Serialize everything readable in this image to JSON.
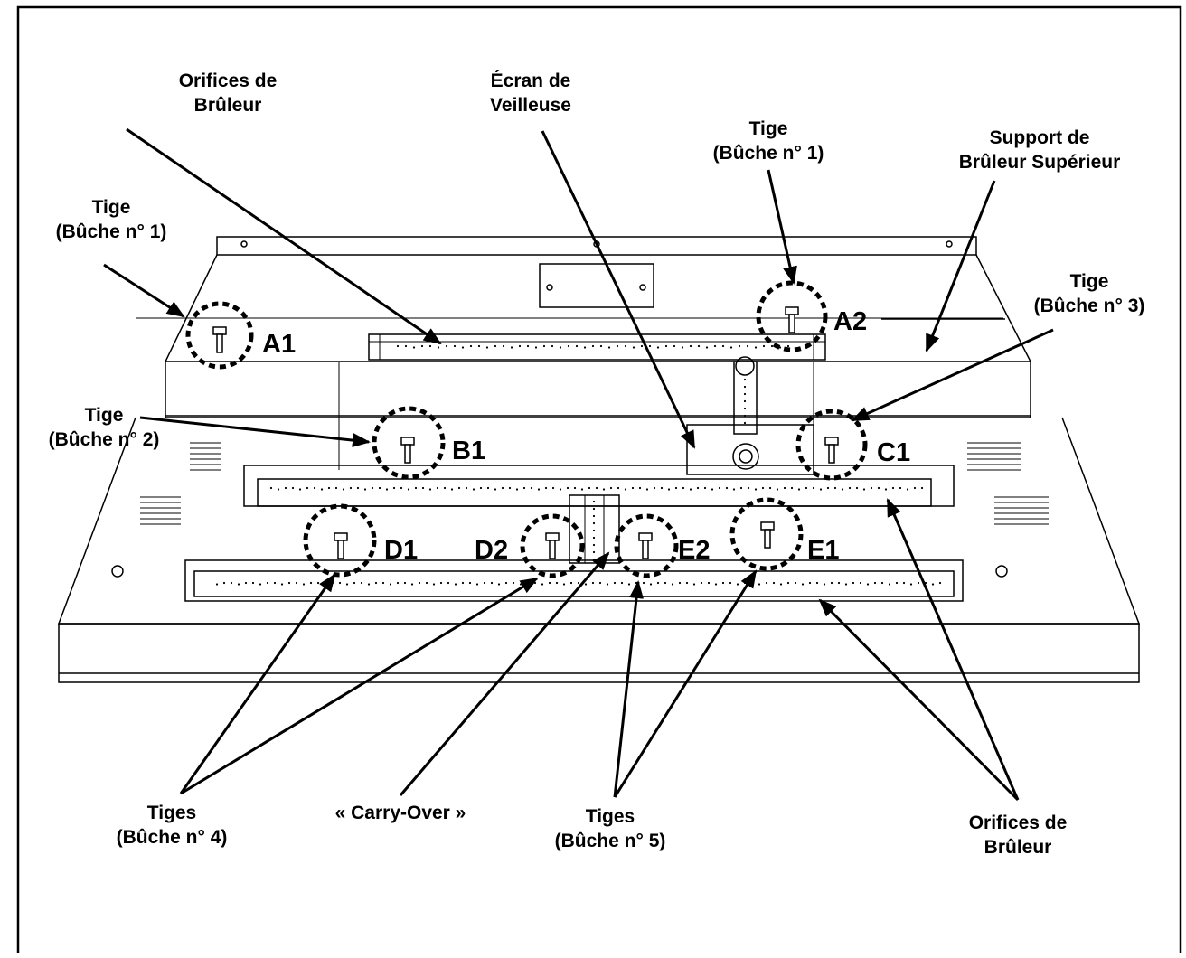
{
  "labels": {
    "tige_a1_line1": "Tige",
    "tige_a1_line2": "(Bûche n° 1)",
    "orifices_top_line1": "Orifices de",
    "orifices_top_line2": "Brûleur",
    "ecran_line1": "Écran de",
    "ecran_line2": "Veilleuse",
    "tige_a2_line1": "Tige",
    "tige_a2_line2": "(Bûche n° 1)",
    "support_line1": "Support de",
    "support_line2": "Brûleur Supérieur",
    "tige_c1_line1": "Tige",
    "tige_c1_line2": "(Bûche n° 3)",
    "tige_b1_line1": "Tige",
    "tige_b1_line2": "(Bûche n° 2)",
    "tiges4_line1": "Tiges",
    "tiges4_line2": "(Bûche n° 4)",
    "carry_over": "« Carry-Over »",
    "tiges5_line1": "Tiges",
    "tiges5_line2": "(Bûche n° 5)",
    "orifices_bottom_line1": "Orifices de",
    "orifices_bottom_line2": "Brûleur"
  },
  "codes": {
    "a1": "A1",
    "a2": "A2",
    "b1": "B1",
    "c1": "C1",
    "d1": "D1",
    "d2": "D2",
    "e2": "E2",
    "e1": "E1"
  }
}
